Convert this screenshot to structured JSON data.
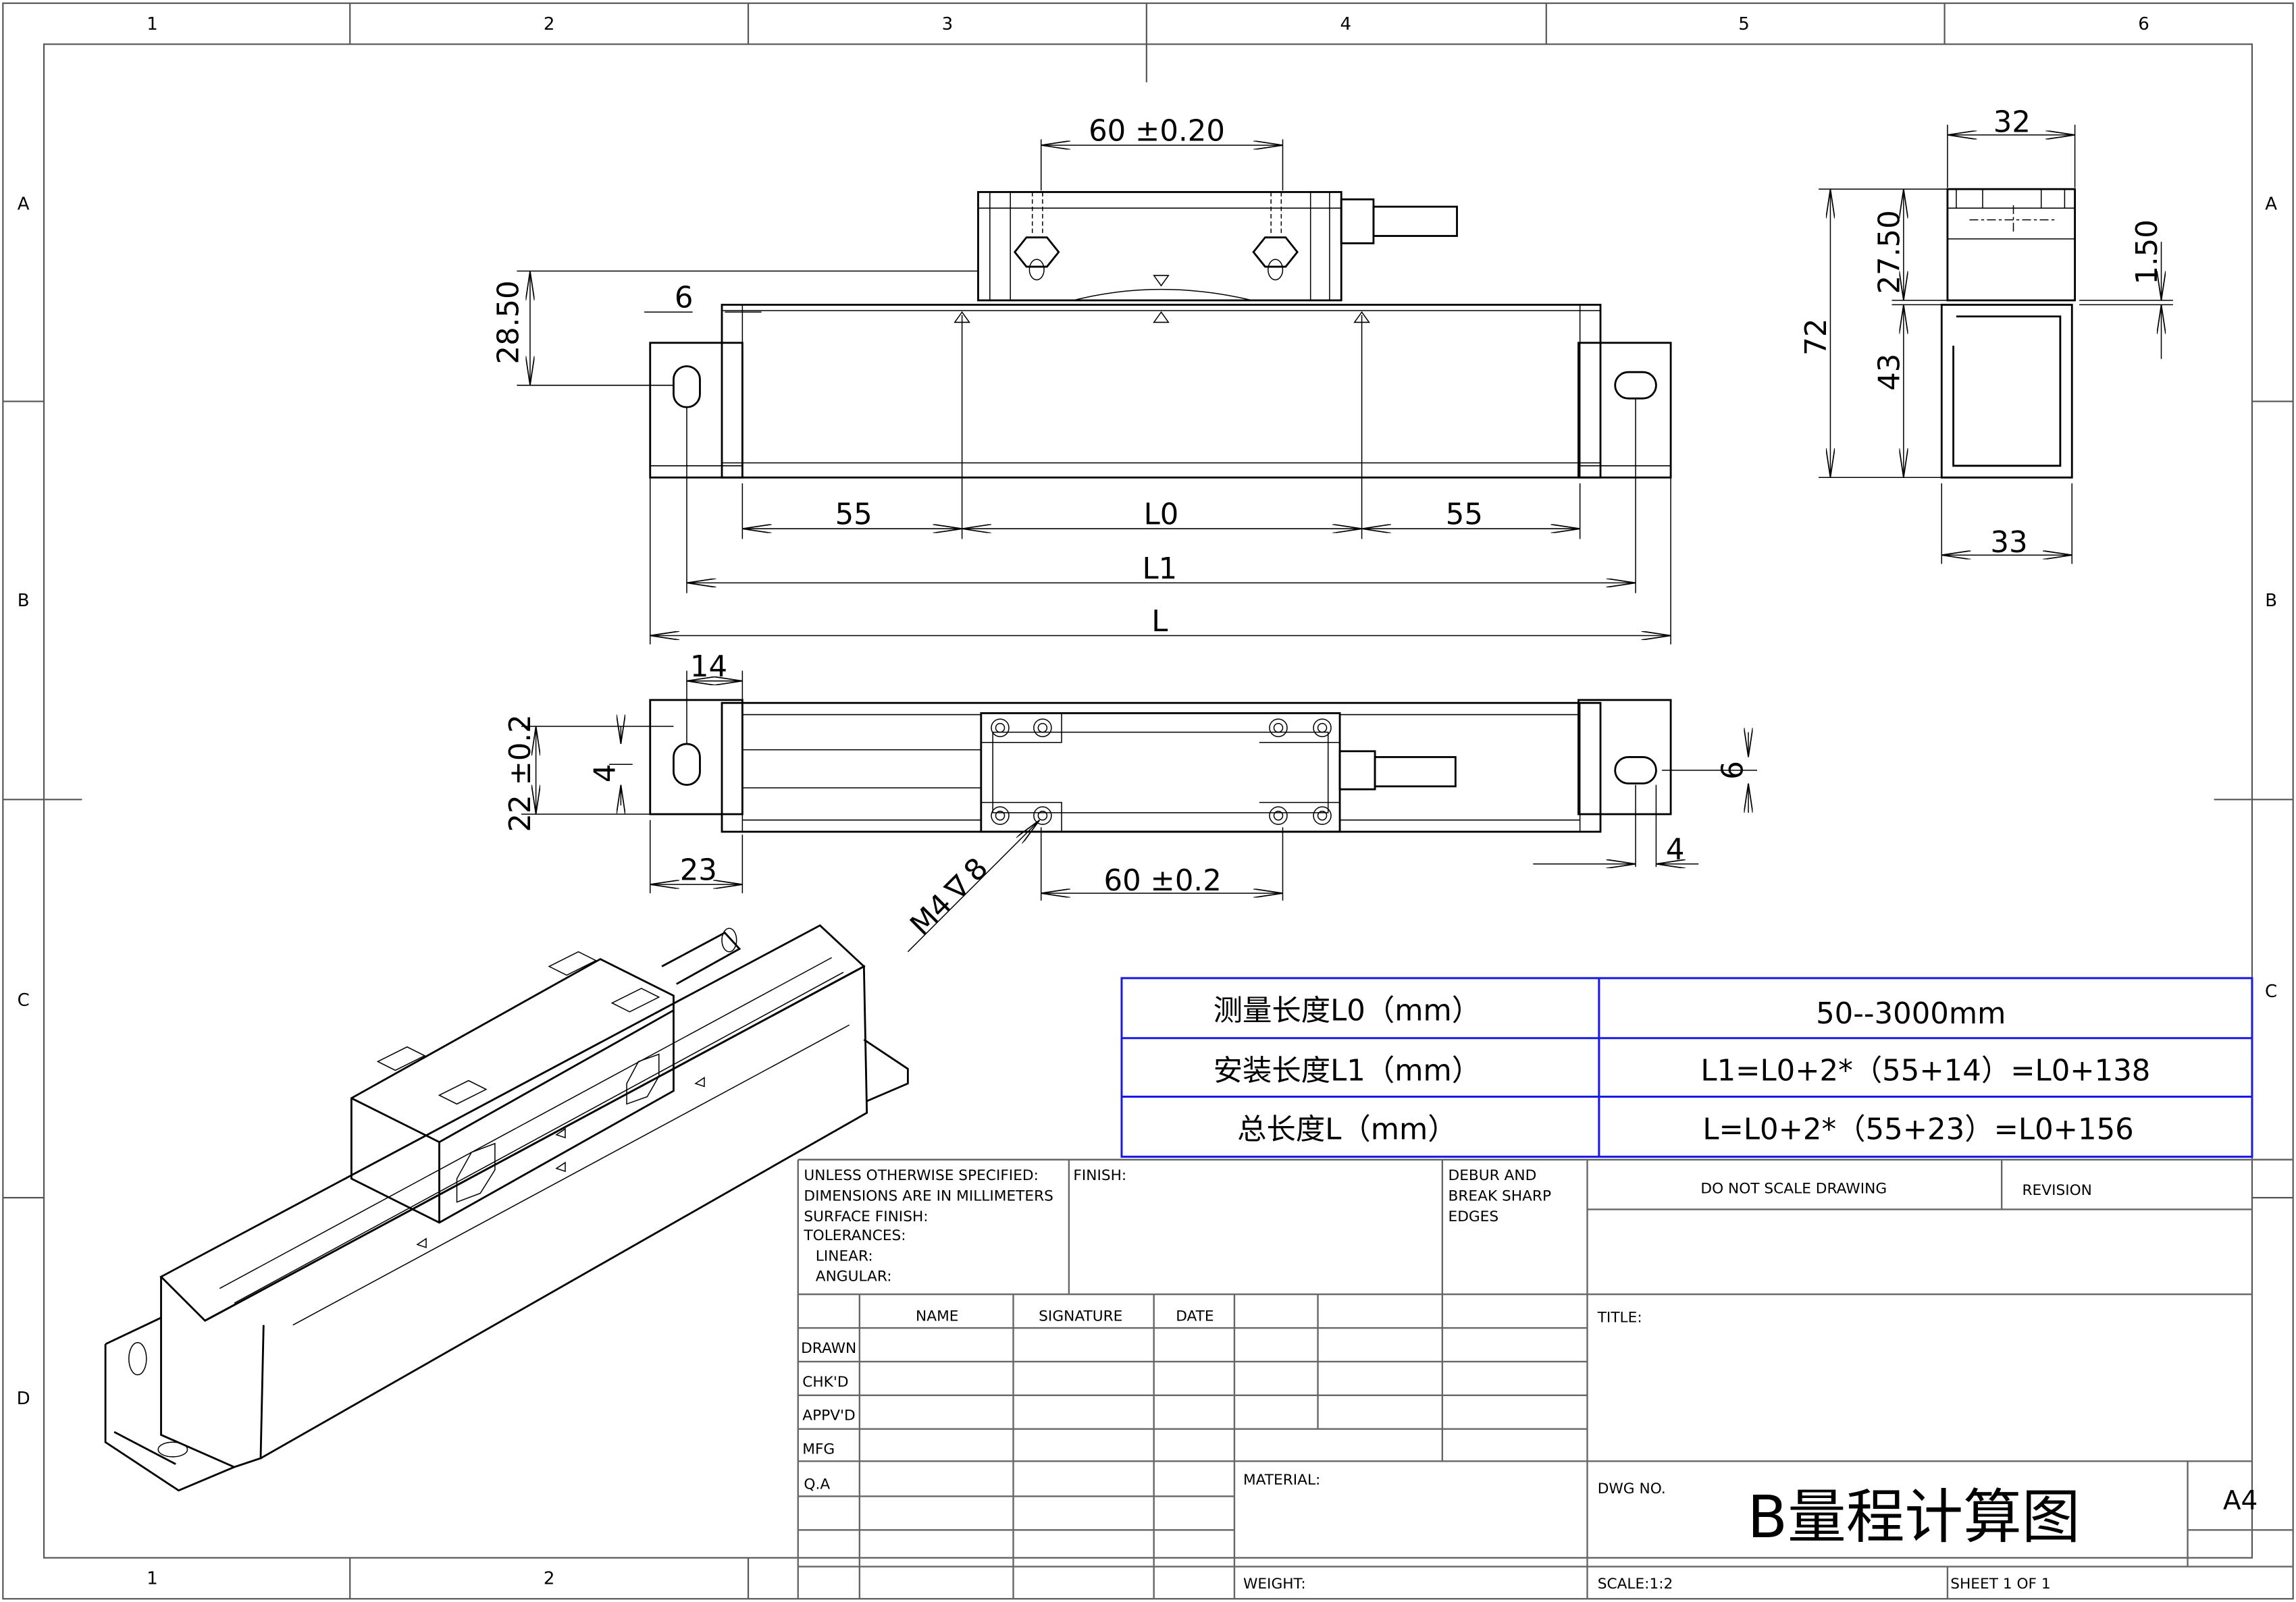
{
  "drawing": {
    "zones": {
      "columns": [
        "1",
        "2",
        "3",
        "4",
        "5",
        "6"
      ],
      "rows": [
        "A",
        "B",
        "C",
        "D"
      ]
    },
    "dimensions": {
      "front_view": {
        "head_spacing": "60 ±0.20",
        "height": "28.50",
        "gap": "6",
        "end_left": "55",
        "measure": "L0",
        "end_right": "55",
        "install": "L1",
        "total": "L"
      },
      "side_view": {
        "width_top": "32",
        "height_total": "72",
        "head_height": "27.50",
        "body_height": "43",
        "gap": "1.50",
        "width_bottom": "33"
      },
      "top_view": {
        "slot_offset": "14",
        "slot_pos": "22 ±0.2",
        "slot_width": "4",
        "bracket": "23",
        "thread": "M4",
        "thread_depth": "8",
        "hole_spacing": "60 ±0.2",
        "slot_width_right": "6",
        "slot_height_right": "4"
      }
    },
    "table": {
      "rows": [
        {
          "label": "测量长度L0（mm）",
          "value": "50--3000mm"
        },
        {
          "label": "安装长度L1（mm）",
          "value": "L1=L0+2*（55+14）=L0+138"
        },
        {
          "label": "总长度L（mm）",
          "value": "L=L0+2*（55+23）=L0+156"
        }
      ],
      "border_color": "#1a1ae6"
    },
    "title_block": {
      "unless": "UNLESS OTHERWISE SPECIFIED:",
      "dimensions_in": "DIMENSIONS ARE IN MILLIMETERS",
      "surface_finish": "SURFACE FINISH:",
      "tolerances": "TOLERANCES:",
      "linear": "LINEAR:",
      "angular": "ANGULAR:",
      "finish": "FINISH:",
      "debur1": "DEBUR AND",
      "debur2": "BREAK SHARP",
      "debur3": "EDGES",
      "do_not_scale": "DO NOT SCALE DRAWING",
      "revision": "REVISION",
      "headers": [
        "NAME",
        "SIGNATURE",
        "DATE"
      ],
      "roles": [
        "DRAWN",
        "CHK'D",
        "APPV'D",
        "MFG",
        "Q.A"
      ],
      "material": "MATERIAL:",
      "weight": "WEIGHT:",
      "title": "TITLE:",
      "dwg_no": "DWG NO.",
      "drawing_name": "B量程计算图",
      "size": "A4",
      "scale": "SCALE:1:2",
      "sheet": "SHEET 1 OF 1"
    }
  }
}
